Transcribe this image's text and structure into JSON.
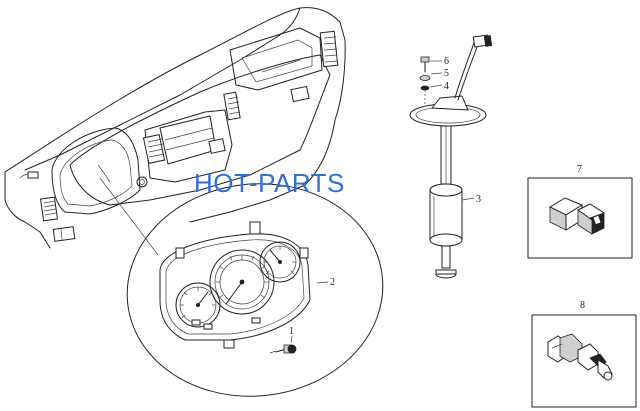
{
  "watermark": "HOT-PARTS",
  "callouts": {
    "c1": "1",
    "c2": "2",
    "c3": "3",
    "c4": "4",
    "c5": "5",
    "c6": "6",
    "c7": "7",
    "c8": "8"
  },
  "colors": {
    "line": "#222222",
    "watermark": "#2f6fd6",
    "background": "#ffffff"
  }
}
